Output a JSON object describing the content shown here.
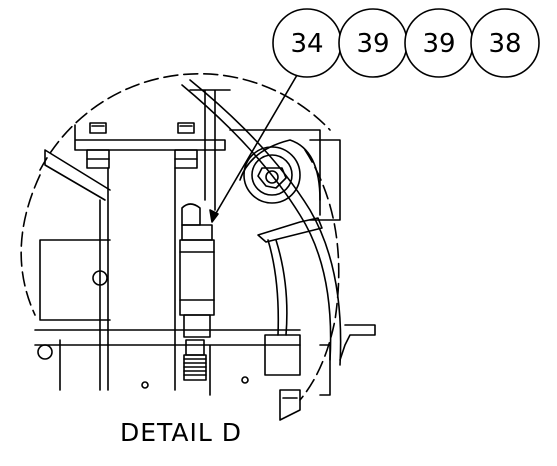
{
  "detail": {
    "caption": "DETAIL D"
  },
  "balloons": [
    {
      "id": "b1",
      "label": "34"
    },
    {
      "id": "b2",
      "label": "39"
    },
    {
      "id": "b3",
      "label": "39"
    },
    {
      "id": "b4",
      "label": "38"
    }
  ],
  "colors": {
    "line": "#000000",
    "background": "#ffffff"
  }
}
